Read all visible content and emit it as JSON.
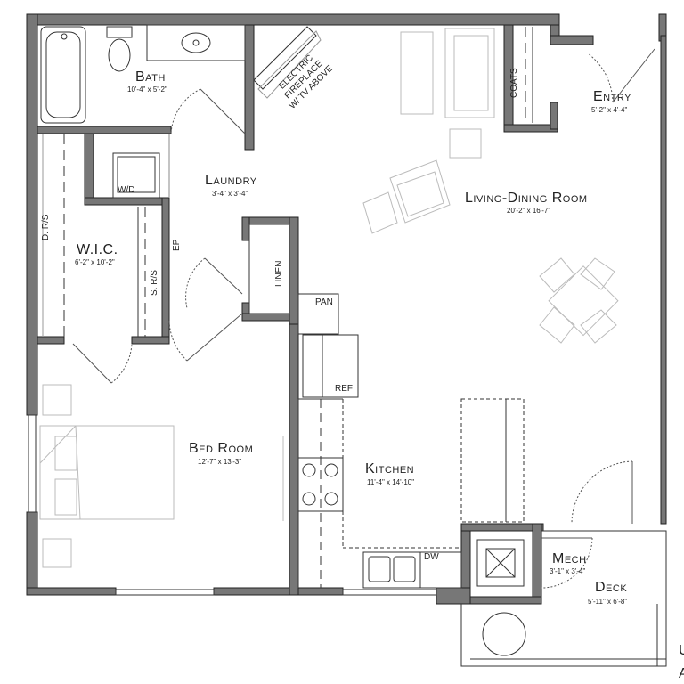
{
  "rooms": {
    "bath": {
      "name": "Bath",
      "dim": "10'-4\" x 5'-2\""
    },
    "laundry": {
      "name": "Laundry",
      "dim": "3'-4\" x 3'-4\""
    },
    "wic": {
      "name": "W.I.C.",
      "dim": "6'-2\" x 10'-2\""
    },
    "living": {
      "name": "Living-Dining Room",
      "dim": "20'-2\" x 16'-7\""
    },
    "entry": {
      "name": "Entry",
      "dim": "5'-2\" x 4'-4\""
    },
    "bedroom": {
      "name": "Bed Room",
      "dim": "12'-7\" x 13'-3\""
    },
    "kitchen": {
      "name": "Kitchen",
      "dim": "11'-4\" x 14'-10\""
    },
    "mech": {
      "name": "Mech",
      "dim": "3'-1\" x 3'-4\""
    },
    "deck": {
      "name": "Deck",
      "dim": "5'-11\" x 6'-8\""
    }
  },
  "fixtures": {
    "fireplace": [
      "ELECTRIC",
      "FIREPLACE",
      "W/ TV ABOVE"
    ],
    "coats": "COATS",
    "wd": "W/D",
    "dress_rs": "D. R/S",
    "shelf_rs": "S. R/S",
    "ep": "EP",
    "linen": "LINEN",
    "pan": "PAN",
    "ref": "REF",
    "dw": "DW"
  },
  "edge_text": [
    "U",
    "A"
  ]
}
